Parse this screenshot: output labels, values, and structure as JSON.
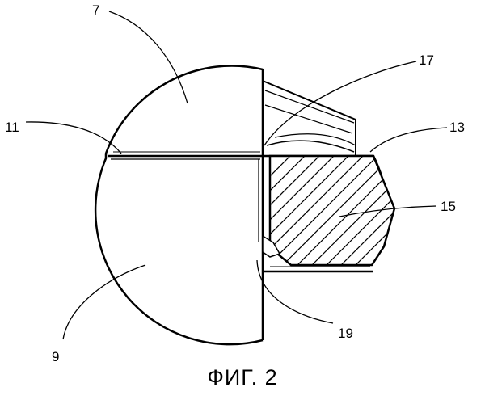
{
  "figure": {
    "caption": "ФИГ. 2",
    "references": {
      "ref_7": "7",
      "ref_9": "9",
      "ref_11": "11",
      "ref_13": "13",
      "ref_15": "15",
      "ref_17": "17",
      "ref_19": "19"
    },
    "colors": {
      "ink": "#000000",
      "paper": "#ffffff"
    }
  }
}
